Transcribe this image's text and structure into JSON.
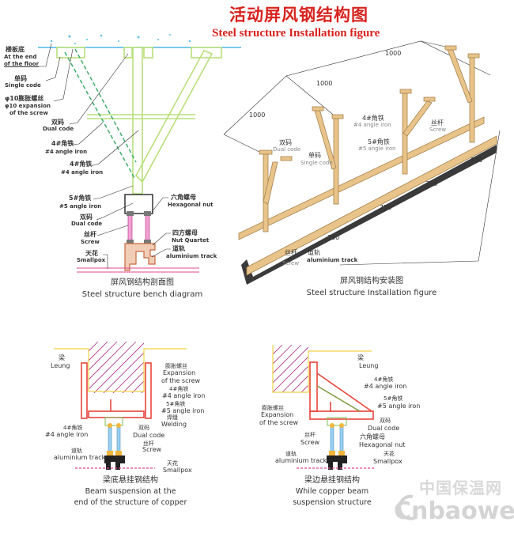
{
  "header": {
    "title_cn": "活动屏风钢结构图",
    "title_en": "Steel structure Installation figure"
  },
  "section_diagram": {
    "caption_cn": "屏风钢结构剖面图",
    "caption_en": "Steel structure bench diagram",
    "labels": {
      "floor_cn": "楼板底",
      "floor_en1": "At the end",
      "floor_en2": "of the floor",
      "single_cn": "单码",
      "single_en": "Single code",
      "exp_cn": "φ10膨胀螺丝",
      "exp_en1": "φ10 expansion",
      "exp_en2": "of the screw",
      "dual_cn": "双码",
      "dual_en": "Dual code",
      "angle4a_cn": "4#角铁",
      "angle4a_en": "#4 angle iron",
      "angle4b_cn": "4#角铁",
      "angle4b_en": "#4 angle iron",
      "angle5_cn": "5#角铁",
      "angle5_en": "#5 angle iron",
      "dual2_cn": "双码",
      "dual2_en": "Dual code",
      "screw_cn": "丝杆",
      "screw_en": "Screw",
      "ceiling_cn": "天花",
      "ceiling_en": "Smallpox",
      "hexnut_cn": "六角螺母",
      "hexnut_en": "Hexagonal nut",
      "sqnut_cn": "四方螺母",
      "sqnut_en": "Nut Quartet",
      "track_cn": "道轨",
      "track_en": "aluminium track"
    }
  },
  "install_figure": {
    "caption_cn": "屏风钢结构安装图",
    "caption_en": "Steel structure Installation figure",
    "dims_1000": [
      "1000",
      "1000",
      "1000"
    ],
    "dims_750": [
      "750",
      "750",
      "750",
      "750"
    ],
    "labels": {
      "dual_cn": "双码",
      "dual_en": "Dual code",
      "single_cn": "单码",
      "single_en": "Single code",
      "angle4_cn": "4#角铁",
      "angle4_en": "#4 angle iron",
      "angle5_cn": "5#角铁",
      "angle5_en": "#5 angle iron",
      "screw_top_cn": "丝杆",
      "screw_top_en": "Screw",
      "screw_cn": "丝杆",
      "screw_en": "Screw",
      "track_cn": "道轨",
      "track_en": "aluminium track"
    }
  },
  "beam_bottom": {
    "caption_cn": "梁底悬挂钢结构",
    "caption_en1": "Beam suspension at the",
    "caption_en2": "end of the structure of copper",
    "labels": {
      "beam_cn": "梁",
      "beam_en": "Leung",
      "exp_cn": "膨胀螺丝",
      "exp_en1": "Expansion",
      "exp_en2": "of the screw",
      "angle4r_cn": "4#角铁",
      "angle4r_en": "#4 angle iron",
      "angle5_cn": "5#角铁",
      "angle5_en": "#5 angle iron",
      "weld_cn": "焊缝",
      "weld_en": "Welding",
      "angle4l_cn": "4#角铁",
      "angle4l_en": "#4 angle iron",
      "dual_cn": "双码",
      "dual_en": "Dual code",
      "screw_cn": "丝杆",
      "screw_en": "Screw",
      "track_cn": "道轨",
      "track_en": "aluminium track",
      "ceiling_cn": "天花",
      "ceiling_en": "Smallpox"
    }
  },
  "beam_side": {
    "caption_cn": "梁边悬挂钢结构",
    "caption_en1": "While copper beam",
    "caption_en2": "suspension structure",
    "labels": {
      "beam_cn": "梁",
      "beam_en": "Leung",
      "angle4_cn": "4#角铁",
      "angle4_en": "#4 angle iron",
      "angle5_cn": "5#角铁",
      "angle5_en": "#5 angle iron",
      "exp_cn": "膨胀螺丝",
      "exp_en1": "Expansion",
      "exp_en2": "of the screw",
      "dual_cn": "双码",
      "dual_en": "Dual code",
      "screw_cn": "丝杆",
      "screw_en": "Screw",
      "hexnut_cn": "六角螺母",
      "hexnut_en": "Hexagonal nut",
      "track_cn": "道轨",
      "track_en": "aluminium track",
      "ceiling_cn": "天花",
      "ceiling_en": "Smallpox"
    }
  },
  "watermark": {
    "cn": "中国保温网",
    "en": "Cnbaowen"
  },
  "colors": {
    "title": "#d8231e",
    "green": "#b8e07a",
    "wood": "#e8c48a",
    "red": "#e8453c",
    "hatch": "#b0308a",
    "floor": "#29a9e0"
  }
}
